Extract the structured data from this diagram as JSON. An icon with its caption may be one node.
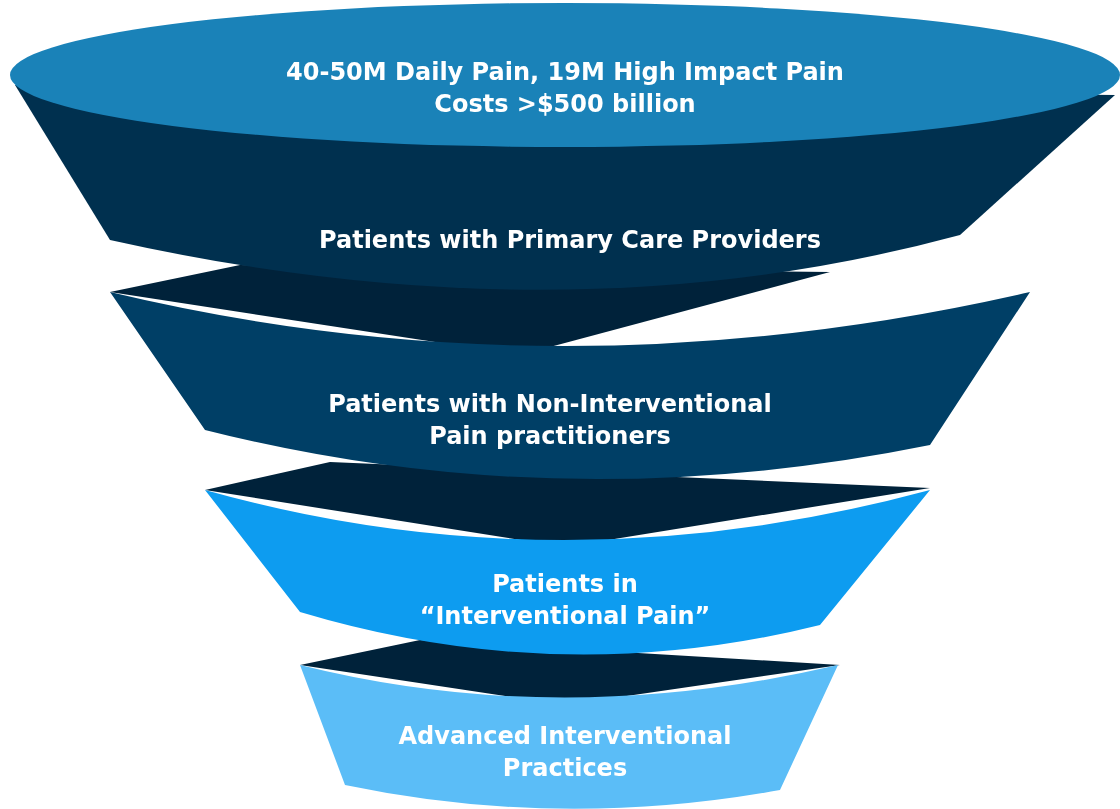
{
  "diagram": {
    "nodes": [
      {
        "text": [
          "40-50M Daily Pain, 19M High Impact Pain",
          "Costs >$500 billion"
        ]
      },
      {
        "text": [
          "Patients with Primary Care Providers"
        ]
      },
      {
        "text": [
          "Patients with Non-Interventional Pain practitioners"
        ]
      },
      {
        "text": [
          "Patients in “Interventional Pain”"
        ]
      },
      {
        "text": [
          "Advanced Interventional Practices"
        ]
      }
    ]
  }
}
